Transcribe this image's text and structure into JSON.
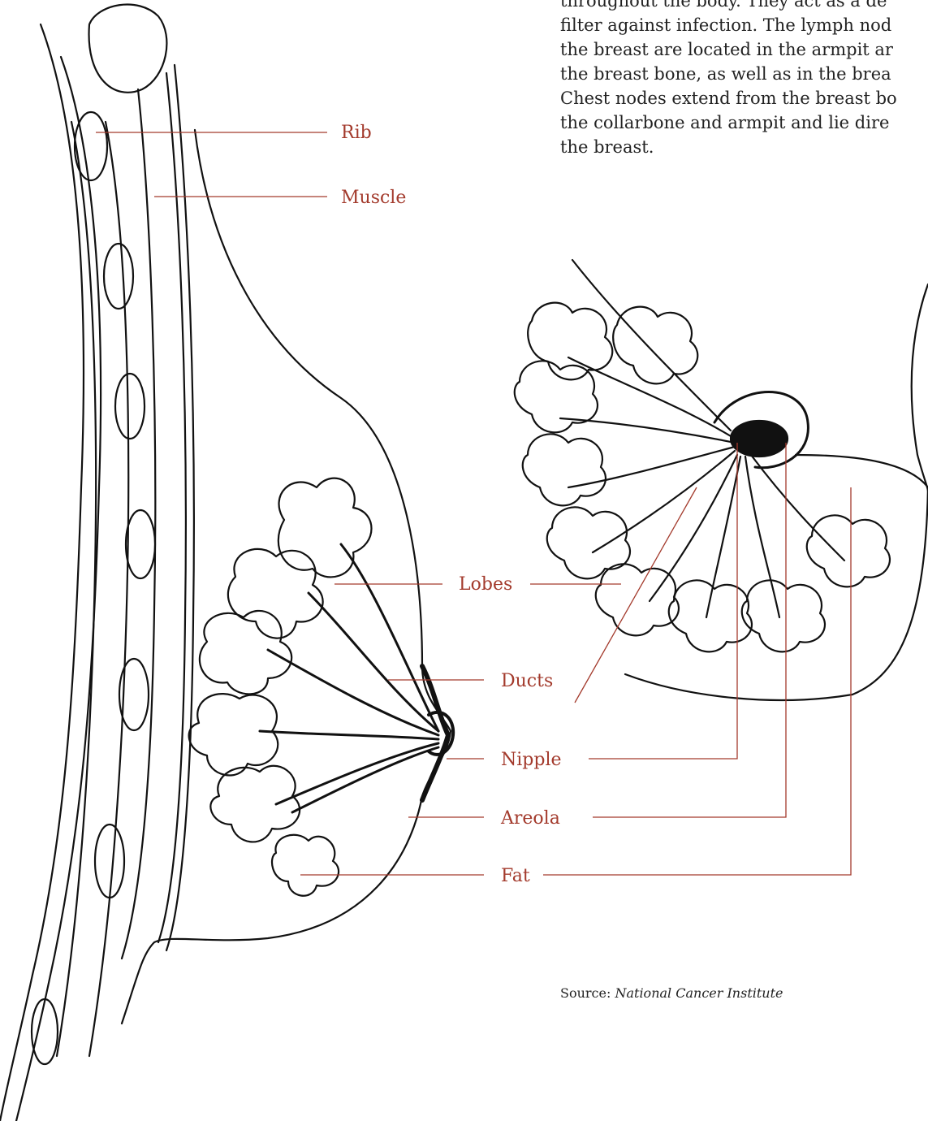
{
  "intro_lines": [
    "throughout the body. They act as a de",
    "filter against infection. The lymph nod",
    "the breast are located in the armpit ar",
    "the breast bone, as well as in the brea",
    "Chest nodes extend from the breast bo",
    "the collarbone and armpit and lie dire",
    "the breast."
  ],
  "labels": {
    "rib": "Rib",
    "muscle": "Muscle",
    "lobes": "Lobes",
    "ducts": "Ducts",
    "nipple": "Nipple",
    "areola": "Areola",
    "fat": "Fat"
  },
  "source": {
    "prefix": "Source:",
    "name": "National Cancer Institute"
  },
  "colors": {
    "label": "#a33a2c",
    "leader": "#a33a2c",
    "line_art": "#111111",
    "text": "#222222"
  }
}
